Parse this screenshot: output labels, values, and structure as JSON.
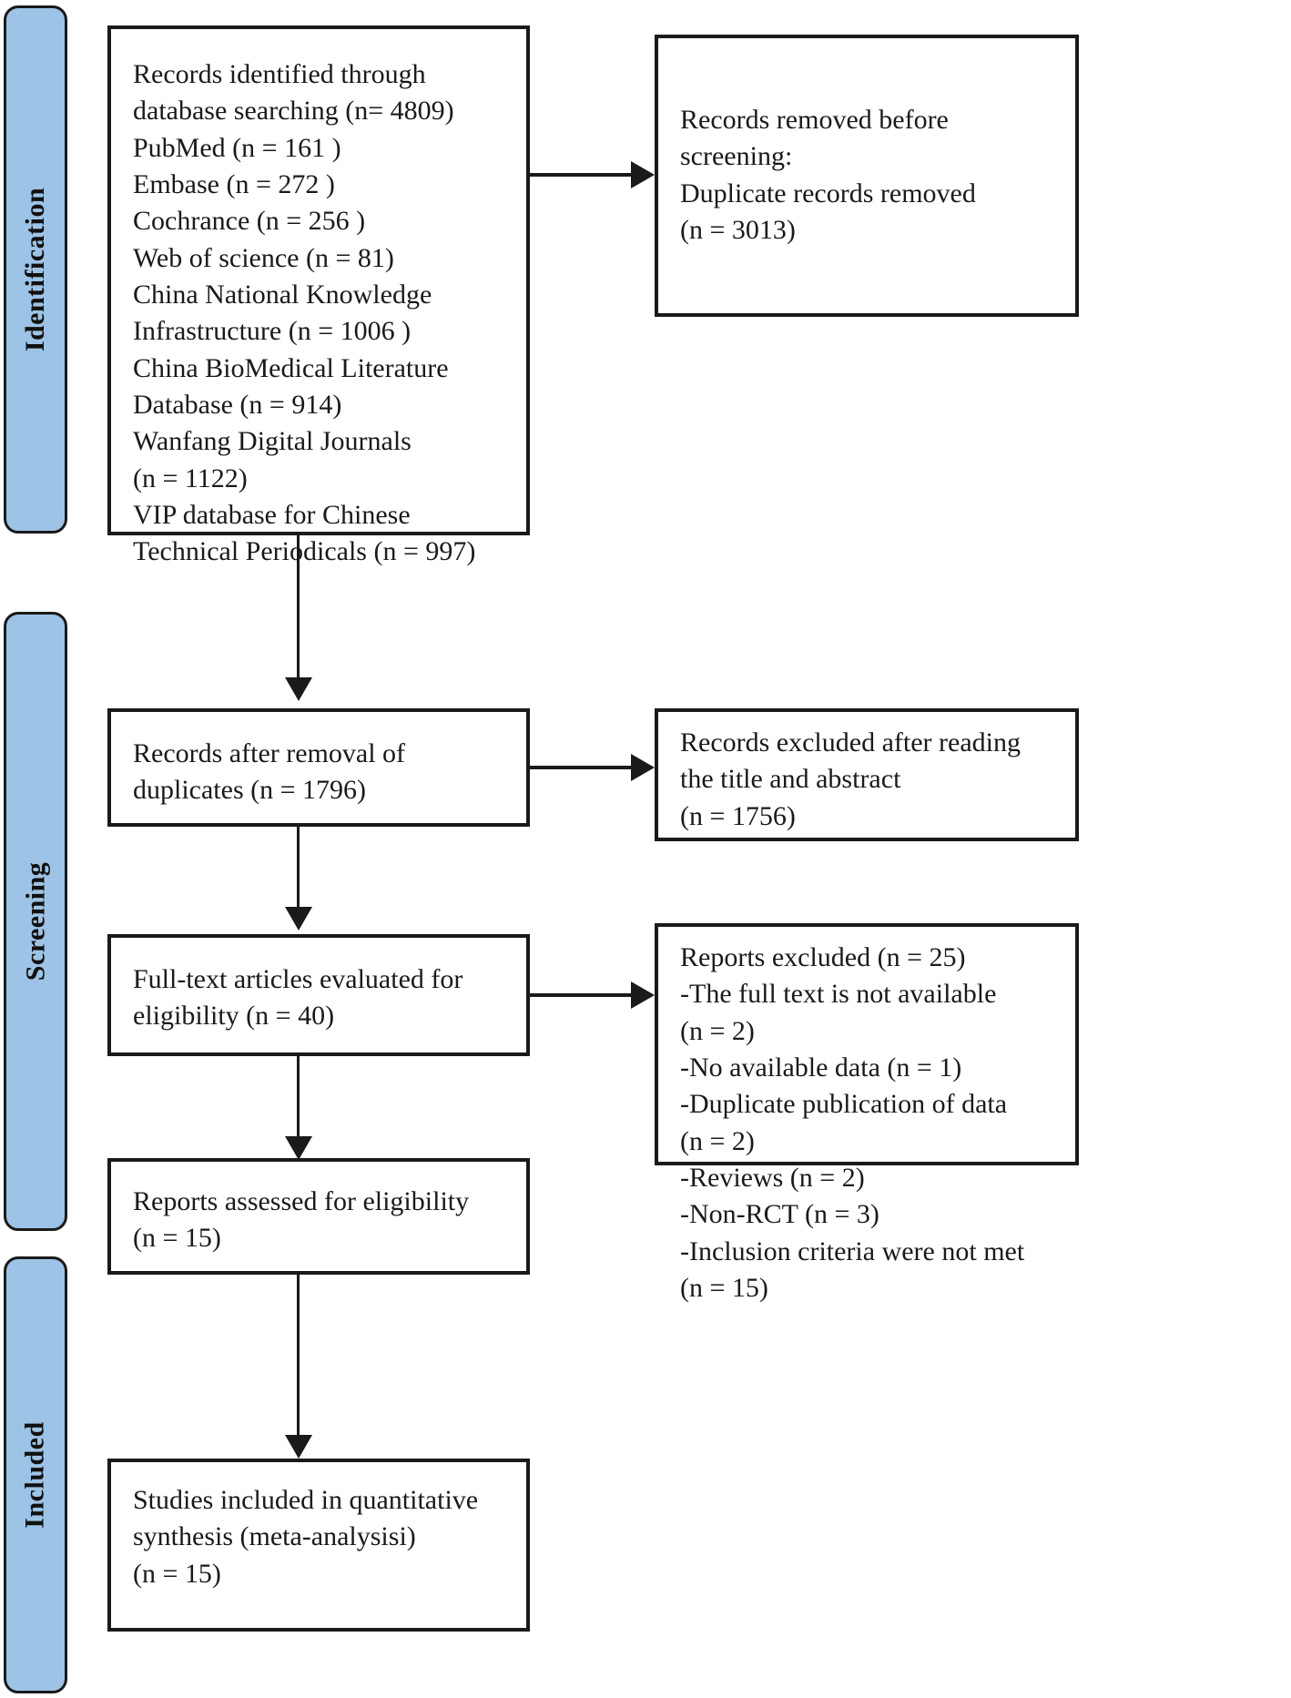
{
  "diagram": {
    "type": "prisma-flow-diagram",
    "accent_color": "#9dc3e6",
    "border_color": "#1a1a1a",
    "background_color": "#ffffff"
  },
  "stages": [
    {
      "id": "identification",
      "label": "Identification"
    },
    {
      "id": "screening",
      "label": "Screening"
    },
    {
      "id": "included",
      "label": "Included"
    }
  ],
  "boxes": {
    "records_identified": {
      "text": "Records identified through\ndatabase searching (n= 4809)\nPubMed (n = 161 )\nEmbase (n = 272 )\nCochrance (n = 256 )\nWeb of science (n = 81)\nChina National Knowledge\nInfrastructure (n = 1006 )\nChina BioMedical Literature\nDatabase (n = 914)\nWanfang Digital Journals\n (n = 1122)\nVIP database for Chinese\nTechnical Periodicals (n = 997)"
    },
    "records_removed": {
      "text": "Records removed before\nscreening:\nDuplicate records removed\n(n = 3013)"
    },
    "records_after_duplicates": {
      "text": "Records after removal of\nduplicates (n = 1796)"
    },
    "records_excluded_title_abstract": {
      "text": "Records excluded after reading\nthe title and abstract\n(n = 1756)"
    },
    "fulltext_evaluated": {
      "text": "Full-text articles evaluated for\neligibility (n = 40)"
    },
    "reports_excluded": {
      "text": "Reports excluded (n = 25)\n-The full text is not available\n(n = 2)\n-No available data (n = 1)\n-Duplicate publication of data\n(n = 2)\n-Reviews (n = 2)\n-Non-RCT (n = 3)\n-Inclusion criteria were not met\n(n = 15)"
    },
    "reports_assessed": {
      "text": "Reports assessed for eligibility\n(n = 15)"
    },
    "studies_included": {
      "text": "Studies included in quantitative\nsynthesis (meta-analysisi)\n(n = 15)"
    }
  },
  "counts": {
    "identified_total": 4809,
    "pubmed": 161,
    "embase": 272,
    "cochrance": 256,
    "web_of_science": 81,
    "cnki": 1006,
    "cbm": 914,
    "wanfang": 1122,
    "vip": 997,
    "duplicates_removed": 3013,
    "after_duplicates": 1796,
    "excluded_title_abstract": 1756,
    "fulltext_evaluated": 40,
    "reports_excluded": 25,
    "excluded_no_fulltext": 2,
    "excluded_no_data": 1,
    "excluded_duplicate_publication": 2,
    "excluded_reviews": 2,
    "excluded_non_rct": 3,
    "excluded_criteria_not_met": 15,
    "reports_assessed": 15,
    "studies_included": 15
  }
}
